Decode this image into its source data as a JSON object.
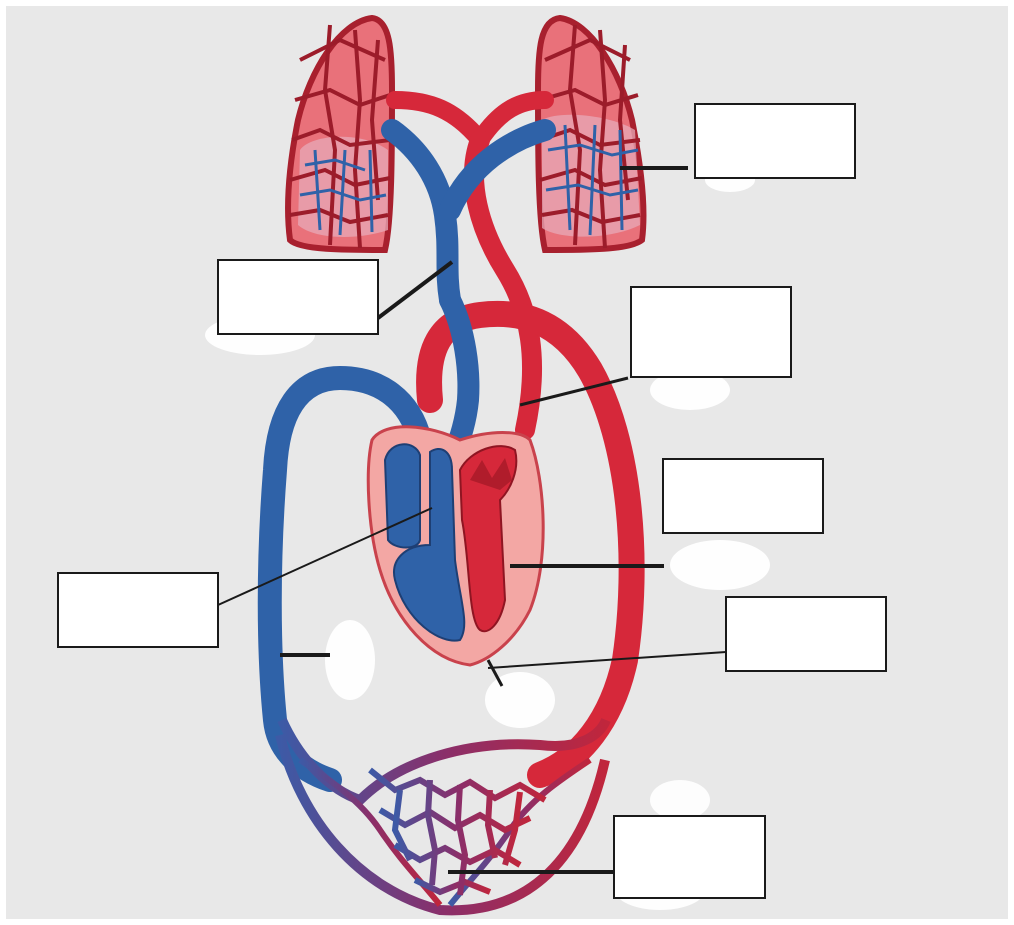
{
  "diagram": {
    "background_color": "#e8e8e8",
    "oxygenated_color": "#d6283a",
    "deoxygenated_color": "#2f62a8",
    "heart_wall_color": "#f3a7a4",
    "leader_color": "#1a1a1a"
  },
  "labels": [
    {
      "id": "lung",
      "text": ""
    },
    {
      "id": "vein",
      "text": ""
    },
    {
      "id": "artery",
      "text": ""
    },
    {
      "id": "left-ventricle",
      "text": ""
    },
    {
      "id": "right-ventricle",
      "text": ""
    },
    {
      "id": "heart-wall",
      "text": ""
    },
    {
      "id": "capillaries",
      "text": ""
    }
  ]
}
